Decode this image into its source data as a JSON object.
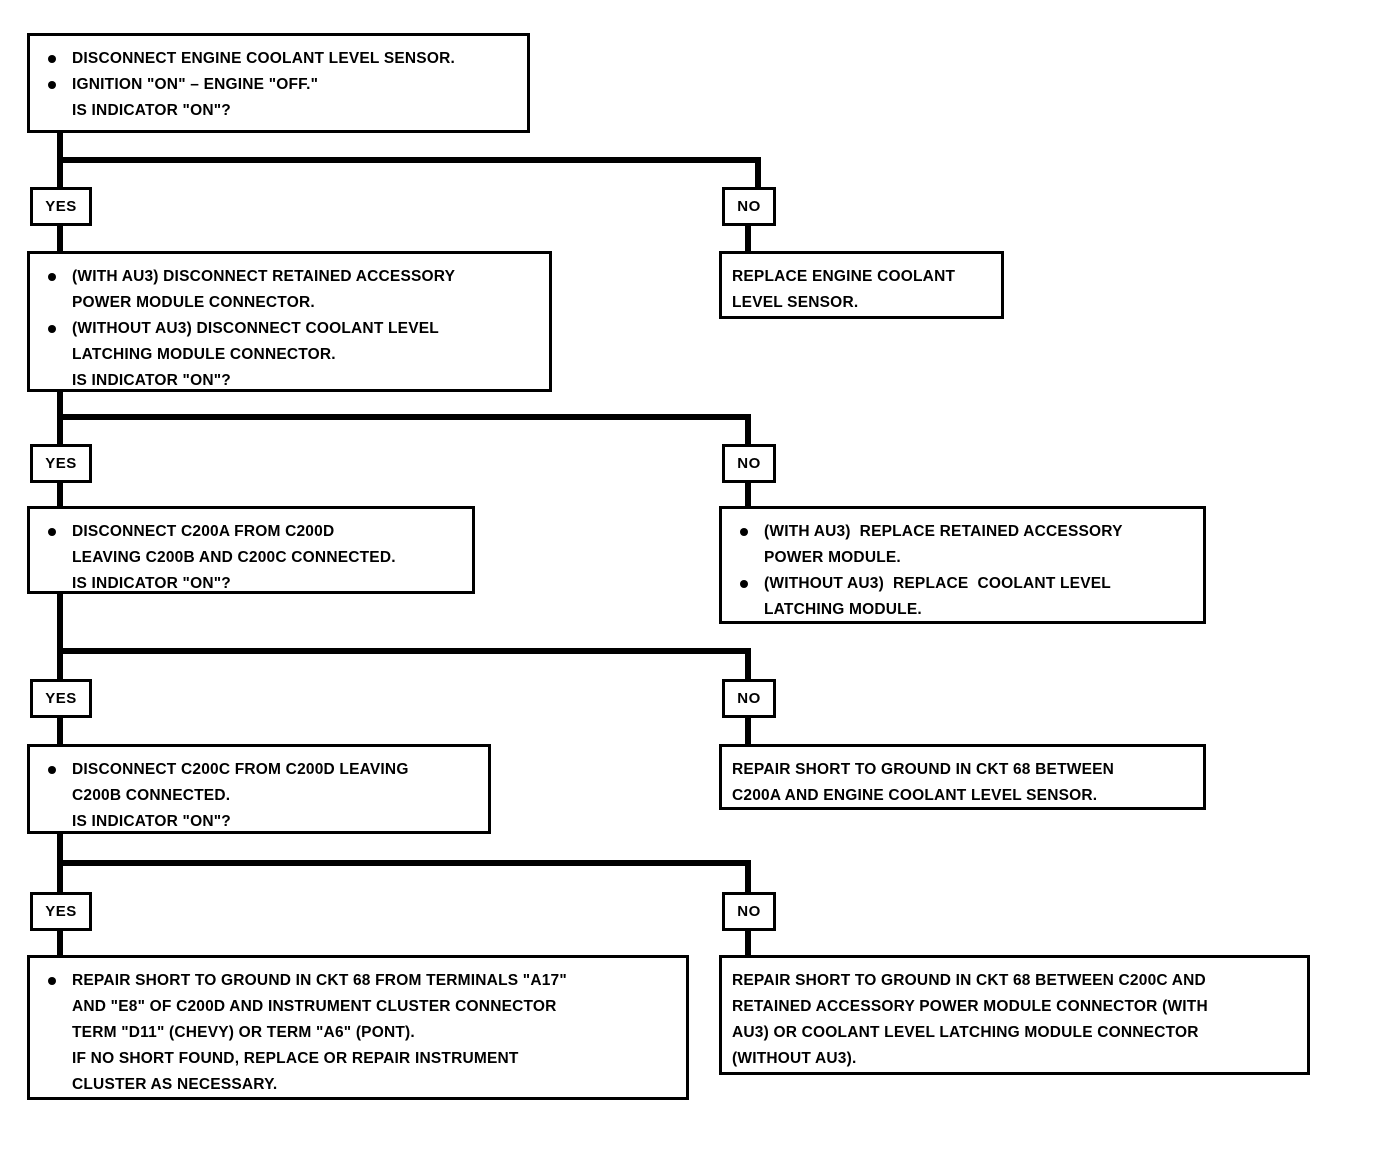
{
  "document": {
    "title": "Engine Coolant Level Sensor Diagnostic Flowchart",
    "line_color": "#000000",
    "background_color": "#ffffff"
  },
  "labels": {
    "yes": "YES",
    "no": "NO"
  },
  "steps": {
    "step1": {
      "name": "initial-test",
      "lines": [
        {
          "style": "bullet",
          "text": "DISCONNECT ENGINE COOLANT LEVEL SENSOR."
        },
        {
          "style": "bullet",
          "text": "IGNITION \"ON\" – ENGINE \"OFF.\""
        },
        {
          "style": "indent",
          "text": "IS INDICATOR \"ON\"?"
        }
      ]
    },
    "step1_no": {
      "name": "replace-engine-coolant-level-sensor",
      "lines": [
        {
          "style": "plain",
          "text": "REPLACE ENGINE COOLANT"
        },
        {
          "style": "plain",
          "text": "LEVEL SENSOR."
        }
      ]
    },
    "step2": {
      "name": "disconnect-module-connector",
      "lines": [
        {
          "style": "bullet",
          "text": "(WITH AU3) DISCONNECT RETAINED ACCESSORY"
        },
        {
          "style": "indent",
          "text": "POWER MODULE CONNECTOR."
        },
        {
          "style": "bullet",
          "text": "(WITHOUT AU3) DISCONNECT COOLANT LEVEL"
        },
        {
          "style": "indent",
          "text": "LATCHING MODULE CONNECTOR."
        },
        {
          "style": "indent",
          "text": "IS INDICATOR \"ON\"?"
        }
      ]
    },
    "step2_no": {
      "name": "replace-module",
      "lines": [
        {
          "style": "bullet",
          "text": "(WITH AU3)  REPLACE RETAINED ACCESSORY"
        },
        {
          "style": "indent",
          "text": "POWER MODULE."
        },
        {
          "style": "bullet",
          "text": "(WITHOUT AU3)  REPLACE  COOLANT LEVEL"
        },
        {
          "style": "indent",
          "text": "LATCHING MODULE."
        }
      ]
    },
    "step3": {
      "name": "disconnect-c200a",
      "lines": [
        {
          "style": "bullet",
          "text": "DISCONNECT C200A FROM C200D"
        },
        {
          "style": "indent",
          "text": "LEAVING C200B AND C200C CONNECTED."
        },
        {
          "style": "indent",
          "text": "IS INDICATOR \"ON\"?"
        }
      ]
    },
    "step3_no": {
      "name": "repair-short-c200a-to-sensor",
      "lines": [
        {
          "style": "plain",
          "text": "REPAIR SHORT TO GROUND IN CKT 68 BETWEEN"
        },
        {
          "style": "plain",
          "text": "C200A AND ENGINE COOLANT LEVEL SENSOR."
        }
      ]
    },
    "step4": {
      "name": "disconnect-c200c",
      "lines": [
        {
          "style": "bullet",
          "text": "DISCONNECT C200C FROM C200D LEAVING"
        },
        {
          "style": "indent",
          "text": "C200B CONNECTED."
        },
        {
          "style": "indent",
          "text": "IS INDICATOR \"ON\"?"
        }
      ]
    },
    "step4_no": {
      "name": "repair-short-c200c-to-module",
      "lines": [
        {
          "style": "plain",
          "text": "REPAIR SHORT TO GROUND IN CKT 68 BETWEEN C200C AND"
        },
        {
          "style": "plain",
          "text": "RETAINED ACCESSORY POWER MODULE CONNECTOR (WITH"
        },
        {
          "style": "plain",
          "text": "AU3) OR COOLANT LEVEL LATCHING MODULE CONNECTOR"
        },
        {
          "style": "plain",
          "text": "(WITHOUT AU3)."
        }
      ]
    },
    "step4_yes": {
      "name": "repair-short-terminals-instrument-cluster",
      "lines": [
        {
          "style": "bullet",
          "text": "REPAIR SHORT TO GROUND IN CKT 68 FROM TERMINALS \"A17\""
        },
        {
          "style": "indent",
          "text": "AND \"E8\" OF C200D AND INSTRUMENT CLUSTER CONNECTOR"
        },
        {
          "style": "indent",
          "text": "TERM \"D11\" (CHEVY) OR TERM \"A6\" (PONT)."
        },
        {
          "style": "indent",
          "text": "IF NO SHORT FOUND, REPLACE OR REPAIR INSTRUMENT"
        },
        {
          "style": "indent",
          "text": "CLUSTER AS NECESSARY."
        }
      ]
    }
  }
}
